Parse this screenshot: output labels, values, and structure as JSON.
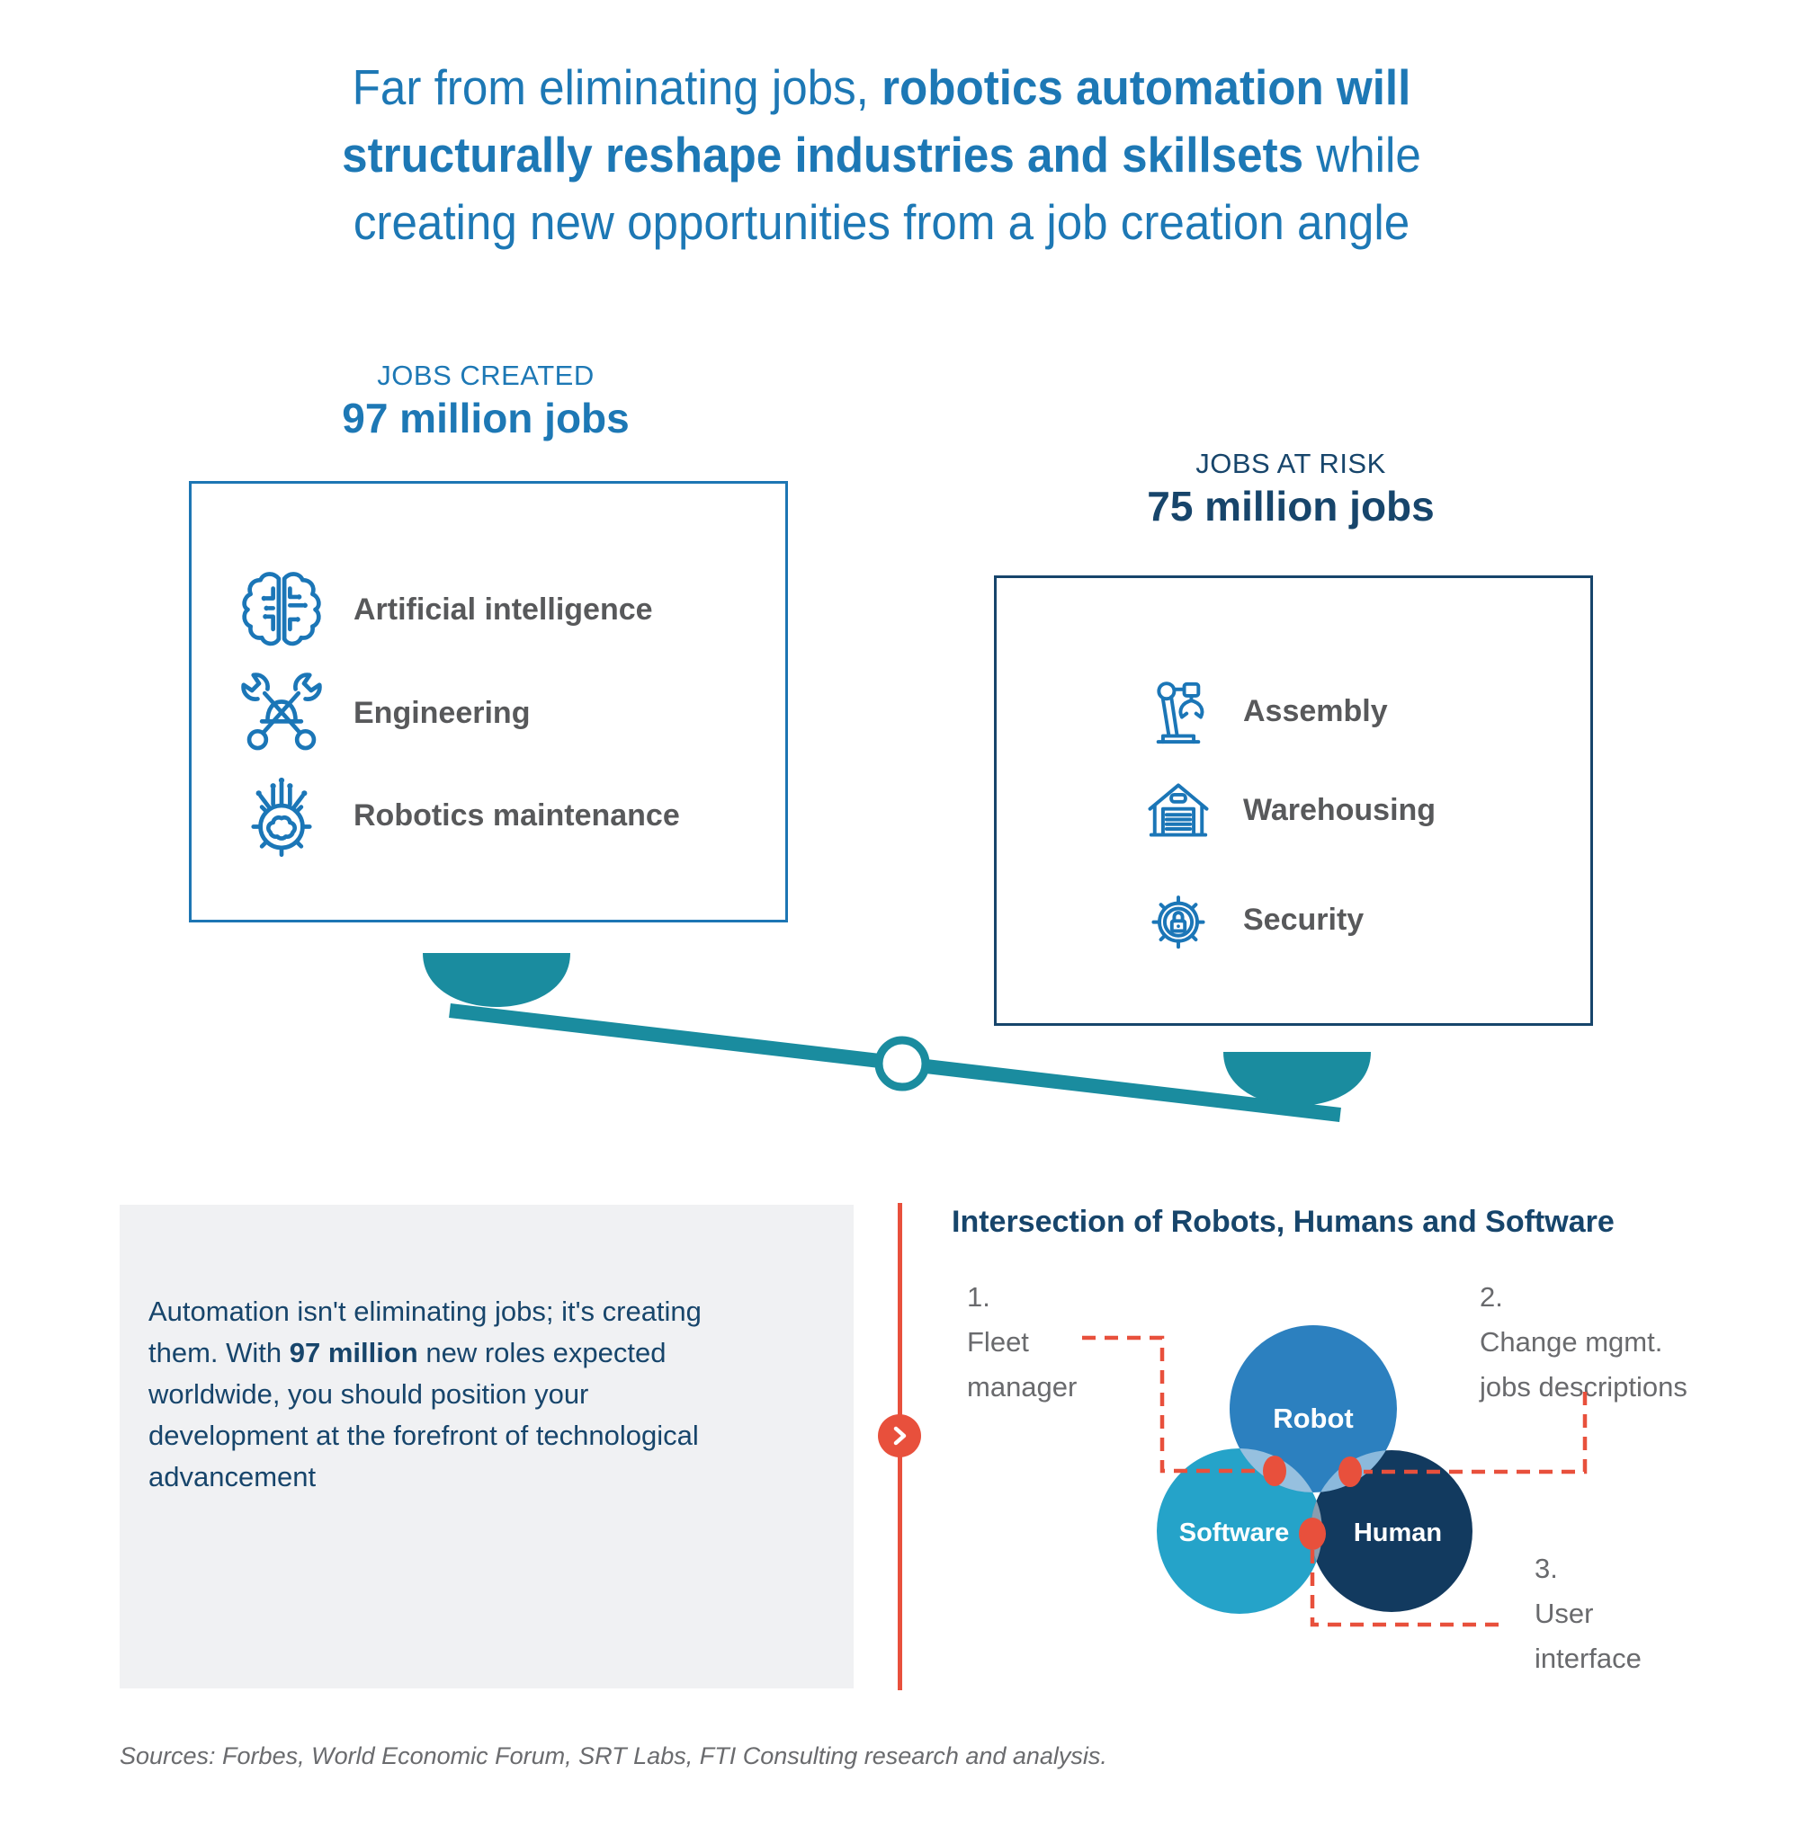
{
  "title": {
    "lines": [
      {
        "segments": [
          {
            "t": "Far from eliminating jobs, ",
            "b": false
          },
          {
            "t": "robotics automation will",
            "b": true
          }
        ]
      },
      {
        "segments": [
          {
            "t": "structurally reshape industries and skillsets",
            "b": true
          },
          {
            "t": " while",
            "b": false
          }
        ]
      },
      {
        "segments": [
          {
            "t": "creating new opportunities from a job creation angle",
            "b": false
          }
        ]
      }
    ]
  },
  "jobs_created": {
    "label": "JOBS CREATED",
    "value": "97 million jobs",
    "items": [
      {
        "icon": "brain-circuit-icon",
        "label": "Artificial intelligence"
      },
      {
        "icon": "wrench-helmet-icon",
        "label": "Engineering"
      },
      {
        "icon": "gear-brain-icon",
        "label": "Robotics maintenance"
      }
    ]
  },
  "jobs_at_risk": {
    "label": "JOBS AT RISK",
    "value": "75 million jobs",
    "items": [
      {
        "icon": "robot-arm-icon",
        "label": "Assembly"
      },
      {
        "icon": "warehouse-icon",
        "label": "Warehousing"
      },
      {
        "icon": "gear-lock-icon",
        "label": "Security"
      }
    ]
  },
  "callout": {
    "segments": [
      {
        "t": "Automation isn't eliminating jobs; it's creating them. With ",
        "b": false
      },
      {
        "t": "97 million",
        "b": true
      },
      {
        "t": " new roles expected worldwide, you should position your development at the forefront of technological advancement",
        "b": false
      }
    ]
  },
  "venn": {
    "title": "Intersection of Robots, Humans and Software",
    "circles": [
      {
        "label": "Robot",
        "color": "#2c80bf"
      },
      {
        "label": "Software",
        "color": "#25a3c9"
      },
      {
        "label": "Human",
        "color": "#123a5f"
      }
    ],
    "annotations": [
      {
        "number": "1.",
        "lines": [
          "Fleet",
          "manager"
        ]
      },
      {
        "number": "2.",
        "lines": [
          "Change mgmt.",
          "jobs descriptions"
        ]
      },
      {
        "number": "3.",
        "lines": [
          "User",
          "interface"
        ]
      }
    ]
  },
  "sources": "Sources: Forbes, World Economic Forum, SRT Labs, FTI Consulting research and analysis.",
  "colors": {
    "accent_blue": "#1d78b5",
    "navy": "#17456b",
    "teal": "#1a8c9f",
    "orange": "#e8503c",
    "icon_blue": "#1b76b7",
    "item_text_gray": "#58595b",
    "callout_bg": "#f0f1f3",
    "robot_blue": "#2c80bf",
    "software_blue": "#25a3c9",
    "human_navy": "#123a5f"
  }
}
